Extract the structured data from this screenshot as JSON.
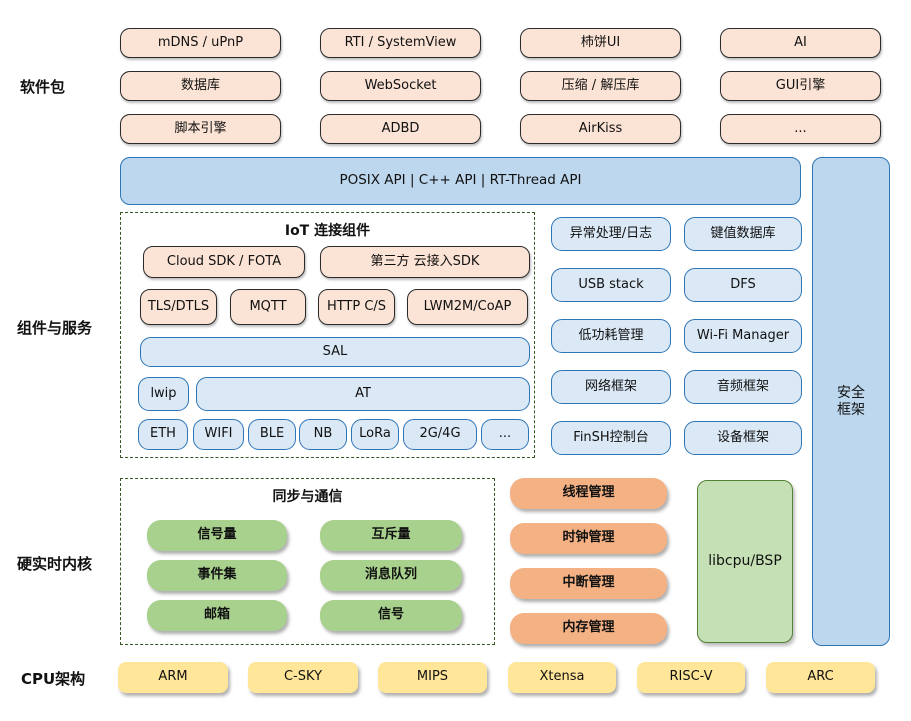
{
  "section_labels": {
    "packages": "软件包",
    "components": "组件与服务",
    "kernel": "硬实时内核",
    "cpu": "CPU架构"
  },
  "packages": {
    "rows": [
      [
        "mDNS / uPnP",
        "RTI / SystemView",
        "柿饼UI",
        "AI"
      ],
      [
        "数据库",
        "WebSocket",
        "压缩 / 解压库",
        "GUI引擎"
      ],
      [
        "脚本引擎",
        "ADBD",
        "AirKiss",
        "..."
      ]
    ]
  },
  "api_banner": {
    "label": "POSIX API  |  C++ API  |  RT-Thread API"
  },
  "security_framework": {
    "label": "安全\n框架"
  },
  "iot": {
    "title": "IoT 连接组件",
    "sdk_row": [
      "Cloud SDK / FOTA",
      "第三方 云接入SDK"
    ],
    "protocol_row": [
      "TLS/DTLS",
      "MQTT",
      "HTTP C/S",
      "LWM2M/CoAP"
    ],
    "sal": "SAL",
    "lwip": "lwip",
    "at": "AT",
    "link_row": [
      "ETH",
      "WIFI",
      "BLE",
      "NB",
      "LoRa",
      "2G/4G",
      "..."
    ]
  },
  "services": [
    "异常处理/日志",
    "键值数据库",
    "USB stack",
    "DFS",
    "低功耗管理",
    "Wi-Fi Manager",
    "网络框架",
    "音频框架",
    "FinSH控制台",
    "设备框架"
  ],
  "sync_ipc": {
    "title": "同步与通信",
    "items": [
      "信号量",
      "互斥量",
      "事件集",
      "消息队列",
      "邮箱",
      "信号"
    ]
  },
  "kernel_mgmt": [
    "线程管理",
    "时钟管理",
    "中断管理",
    "内存管理"
  ],
  "libcpu": {
    "label": "libcpu/BSP"
  },
  "cpu_archs": [
    "ARM",
    "C-SKY",
    "MIPS",
    "Xtensa",
    "RISC-V",
    "ARC"
  ],
  "colors": {
    "peach_fill": "#fbe3d5",
    "peach_border": "#2b2b2b",
    "blue_light_fill": "#dbe8f5",
    "blue_mid_fill": "#bdd7ee",
    "blue_border": "#2e75b6",
    "green_pill": "#a9d18e",
    "green_box_fill": "#c5e0b4",
    "green_box_border": "#538135",
    "orange_pill": "#f4b183",
    "yellow_fill": "#ffe699",
    "dash_border": "#375623"
  }
}
